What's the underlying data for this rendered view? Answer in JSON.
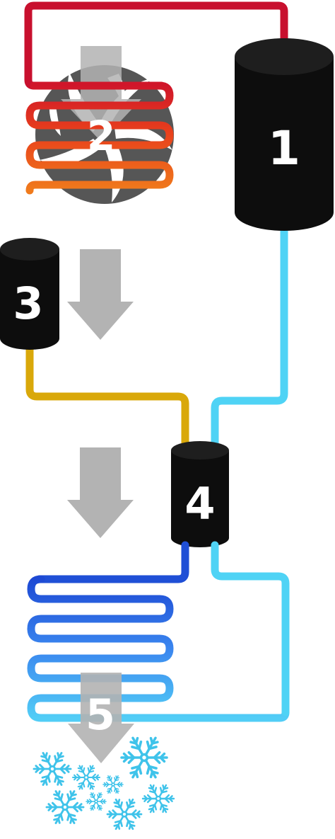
{
  "labels": {
    "compressor": "1",
    "condenser": "2",
    "receiver": "3",
    "expansion_valve": "4",
    "evaporator": "5"
  },
  "colors": {
    "hot_gas": "#c8102e",
    "condenser_hot": "#e8401c",
    "condenser_warm": "#f07020",
    "warm_liquid": "#e8a317",
    "liquid": "#d9a80a",
    "cold_return": "#4fd3f5",
    "evap_cold": "#1f4fd6",
    "evap_mid": "#3c84ee",
    "component": "#0d0d0d",
    "arrow": "#b3b3b3",
    "fan": "#5a5a5a",
    "snow": "#3fc3ea"
  },
  "icons": [
    "fan-icon",
    "down-arrow-icon",
    "snowflake-icon"
  ]
}
